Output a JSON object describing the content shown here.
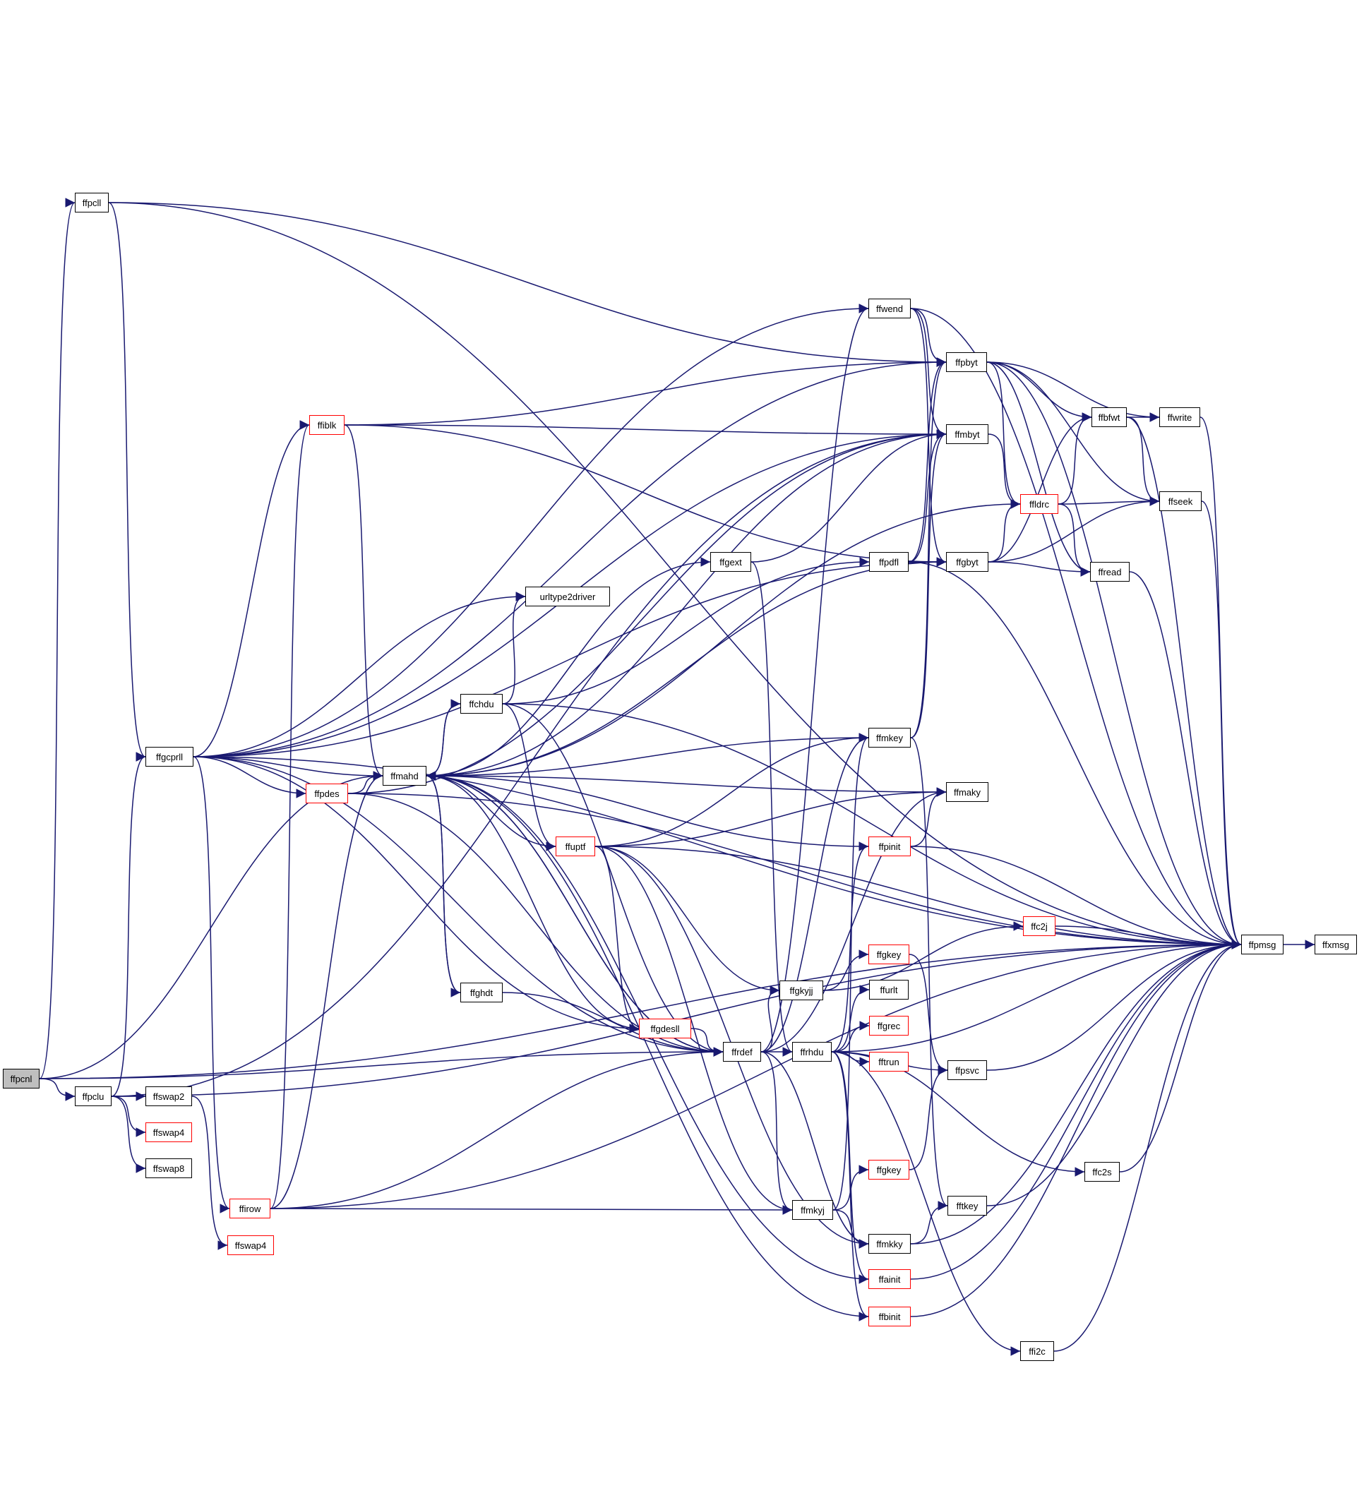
{
  "colors": {
    "edge": "#191970",
    "link_border": "#ff0000",
    "node_border": "#000000",
    "root_fill": "#bfbfbf"
  },
  "nodes": [
    {
      "id": "ffpcnl",
      "label": "ffpcnl",
      "root": true
    },
    {
      "id": "ffpcll",
      "label": "ffpcll"
    },
    {
      "id": "ffpclu",
      "label": "ffpclu"
    },
    {
      "id": "ffgcprll",
      "label": "ffgcprll"
    },
    {
      "id": "ffswap2",
      "label": "ffswap2"
    },
    {
      "id": "ffswap4a",
      "label": "ffswap4",
      "red": true
    },
    {
      "id": "ffswap8",
      "label": "ffswap8"
    },
    {
      "id": "ffiblk",
      "label": "ffiblk",
      "red": true
    },
    {
      "id": "ffpdes",
      "label": "ffpdes",
      "red": true
    },
    {
      "id": "ffirow",
      "label": "ffirow",
      "red": true
    },
    {
      "id": "ffswap4b",
      "label": "ffswap4",
      "red": true
    },
    {
      "id": "ffmahd",
      "label": "ffmahd"
    },
    {
      "id": "ffchdu",
      "label": "ffchdu"
    },
    {
      "id": "ffghdt",
      "label": "ffghdt"
    },
    {
      "id": "urltype2driver",
      "label": "urltype2driver"
    },
    {
      "id": "ffuptf",
      "label": "ffuptf",
      "red": true
    },
    {
      "id": "ffgdesll",
      "label": "ffgdesll",
      "red": true
    },
    {
      "id": "ffgext",
      "label": "ffgext"
    },
    {
      "id": "ffrdef",
      "label": "ffrdef"
    },
    {
      "id": "ffgkyjj",
      "label": "ffgkyjj"
    },
    {
      "id": "ffrhdu",
      "label": "ffrhdu"
    },
    {
      "id": "ffmkyj",
      "label": "ffmkyj"
    },
    {
      "id": "ffwend",
      "label": "ffwend"
    },
    {
      "id": "ffpdfl",
      "label": "ffpdfl"
    },
    {
      "id": "ffmkey",
      "label": "ffmkey"
    },
    {
      "id": "ffpinit",
      "label": "ffpinit",
      "red": true
    },
    {
      "id": "ffgkey1",
      "label": "ffgkey",
      "red": true
    },
    {
      "id": "ffurlt",
      "label": "ffurlt"
    },
    {
      "id": "ffgrec",
      "label": "ffgrec",
      "red": true
    },
    {
      "id": "fftrun",
      "label": "fftrun",
      "red": true
    },
    {
      "id": "ffgkey2",
      "label": "ffgkey",
      "red": true
    },
    {
      "id": "ffmkky",
      "label": "ffmkky"
    },
    {
      "id": "ffainit",
      "label": "ffainit",
      "red": true
    },
    {
      "id": "ffbinit",
      "label": "ffbinit",
      "red": true
    },
    {
      "id": "ffpbyt",
      "label": "ffpbyt"
    },
    {
      "id": "ffmbyt",
      "label": "ffmbyt"
    },
    {
      "id": "ffgbyt",
      "label": "ffgbyt"
    },
    {
      "id": "ffmaky",
      "label": "ffmaky"
    },
    {
      "id": "ffpsvc",
      "label": "ffpsvc"
    },
    {
      "id": "fftkey",
      "label": "fftkey"
    },
    {
      "id": "ffldrc",
      "label": "ffldrc",
      "red": true
    },
    {
      "id": "ffc2j",
      "label": "ffc2j",
      "red": true
    },
    {
      "id": "ffc2s",
      "label": "ffc2s"
    },
    {
      "id": "ffi2c",
      "label": "ffi2c"
    },
    {
      "id": "ffbfwt",
      "label": "ffbfwt"
    },
    {
      "id": "ffread",
      "label": "ffread"
    },
    {
      "id": "ffwrite",
      "label": "ffwrite"
    },
    {
      "id": "ffseek",
      "label": "ffseek"
    },
    {
      "id": "ffpmsg",
      "label": "ffpmsg"
    },
    {
      "id": "ffxmsg",
      "label": "ffxmsg"
    }
  ],
  "edges": [
    [
      "ffpcnl",
      "ffpcll"
    ],
    [
      "ffpcnl",
      "ffpclu"
    ],
    [
      "ffpcnl",
      "ffmahd"
    ],
    [
      "ffpcnl",
      "ffrdef"
    ],
    [
      "ffpcnl",
      "ffpmsg"
    ],
    [
      "ffpcll",
      "ffgcprll"
    ],
    [
      "ffpcll",
      "ffpbyt"
    ],
    [
      "ffpcll",
      "ffpmsg"
    ],
    [
      "ffpclu",
      "ffgcprll"
    ],
    [
      "ffpclu",
      "ffswap2"
    ],
    [
      "ffpclu",
      "ffswap4a"
    ],
    [
      "ffpclu",
      "ffswap8"
    ],
    [
      "ffpclu",
      "ffmbyt"
    ],
    [
      "ffpclu",
      "ffpmsg"
    ],
    [
      "ffgcprll",
      "ffmahd"
    ],
    [
      "ffgcprll",
      "ffpdes"
    ],
    [
      "ffgcprll",
      "ffiblk"
    ],
    [
      "ffgcprll",
      "ffirow"
    ],
    [
      "ffgcprll",
      "ffgdesll"
    ],
    [
      "ffgcprll",
      "ffrdef"
    ],
    [
      "ffgcprll",
      "urltype2driver"
    ],
    [
      "ffgcprll",
      "ffwend"
    ],
    [
      "ffgcprll",
      "ffpbyt"
    ],
    [
      "ffgcprll",
      "ffmbyt"
    ],
    [
      "ffgcprll",
      "ffgbyt"
    ],
    [
      "ffgcprll",
      "ffpmsg"
    ],
    [
      "ffswap2",
      "ffswap4b"
    ],
    [
      "ffiblk",
      "ffmahd"
    ],
    [
      "ffiblk",
      "ffpbyt"
    ],
    [
      "ffiblk",
      "ffmbyt"
    ],
    [
      "ffiblk",
      "ffgbyt"
    ],
    [
      "ffpdes",
      "ffmahd"
    ],
    [
      "ffpdes",
      "ffmbyt"
    ],
    [
      "ffpdes",
      "ffrdef"
    ],
    [
      "ffpdes",
      "ffpmsg"
    ],
    [
      "ffirow",
      "ffiblk"
    ],
    [
      "ffirow",
      "ffmahd"
    ],
    [
      "ffirow",
      "ffrdef"
    ],
    [
      "ffirow",
      "ffmkyj"
    ],
    [
      "ffirow",
      "ffpmsg"
    ],
    [
      "ffmahd",
      "ffchdu"
    ],
    [
      "ffmahd",
      "ffghdt"
    ],
    [
      "ffmahd",
      "ffgext"
    ],
    [
      "ffmahd",
      "ffrdef"
    ],
    [
      "ffmahd",
      "ffmbyt"
    ],
    [
      "ffmahd",
      "ffgbyt"
    ],
    [
      "ffchdu",
      "ffmahd"
    ],
    [
      "ffchdu",
      "urltype2driver"
    ],
    [
      "ffchdu",
      "ffuptf"
    ],
    [
      "ffchdu",
      "ffrdef"
    ],
    [
      "ffchdu",
      "ffpdfl"
    ],
    [
      "ffchdu",
      "ffpmsg"
    ],
    [
      "ffghdt",
      "ffmahd"
    ],
    [
      "ffghdt",
      "ffrdef"
    ],
    [
      "ffuptf",
      "ffmahd"
    ],
    [
      "ffuptf",
      "ffgdesll"
    ],
    [
      "ffuptf",
      "ffgkyjj"
    ],
    [
      "ffuptf",
      "ffmkyj"
    ],
    [
      "ffuptf",
      "ffmkey"
    ],
    [
      "ffuptf",
      "ffmaky"
    ],
    [
      "ffuptf",
      "ffmkky"
    ],
    [
      "ffuptf",
      "ffpmsg"
    ],
    [
      "ffgdesll",
      "ffmahd"
    ],
    [
      "ffgdesll",
      "ffrdef"
    ],
    [
      "ffgext",
      "ffmbyt"
    ],
    [
      "ffgext",
      "ffrhdu"
    ],
    [
      "ffrdef",
      "ffmahd"
    ],
    [
      "ffrdef",
      "ffrhdu"
    ],
    [
      "ffrdef",
      "ffgkyjj"
    ],
    [
      "ffrdef",
      "ffmkyj"
    ],
    [
      "ffrdef",
      "ffwend"
    ],
    [
      "ffrdef",
      "ffmkey"
    ],
    [
      "ffrdef",
      "ffmaky"
    ],
    [
      "ffrdef",
      "ffmkky"
    ],
    [
      "ffgkyjj",
      "ffgkey1"
    ],
    [
      "ffgkyjj",
      "ffc2j"
    ],
    [
      "ffrhdu",
      "ffurlt"
    ],
    [
      "ffrhdu",
      "ffgrec"
    ],
    [
      "ffrhdu",
      "fftrun"
    ],
    [
      "ffrhdu",
      "ffpinit"
    ],
    [
      "ffrhdu",
      "ffainit"
    ],
    [
      "ffrhdu",
      "ffbinit"
    ],
    [
      "ffrhdu",
      "ffpsvc"
    ],
    [
      "ffrhdu",
      "ffc2s"
    ],
    [
      "ffrhdu",
      "ffi2c"
    ],
    [
      "ffrhdu",
      "ffpmsg"
    ],
    [
      "ffmkyj",
      "ffgkey2"
    ],
    [
      "ffmkyj",
      "ffmkky"
    ],
    [
      "ffmkyj",
      "ffmkey"
    ],
    [
      "ffwend",
      "ffpbyt"
    ],
    [
      "ffwend",
      "ffmbyt"
    ],
    [
      "ffwend",
      "ffgbyt"
    ],
    [
      "ffwend",
      "ffpmsg"
    ],
    [
      "ffpdfl",
      "ffpbyt"
    ],
    [
      "ffpdfl",
      "ffmbyt"
    ],
    [
      "ffpdfl",
      "ffgbyt"
    ],
    [
      "ffpdfl",
      "ffpmsg"
    ],
    [
      "ffmkey",
      "ffmahd"
    ],
    [
      "ffmkey",
      "ffpbyt"
    ],
    [
      "ffmkey",
      "ffmbyt"
    ],
    [
      "ffmkey",
      "fftkey"
    ],
    [
      "ffpinit",
      "ffmahd"
    ],
    [
      "ffpinit",
      "ffmaky"
    ],
    [
      "ffpinit",
      "ffpmsg"
    ],
    [
      "ffgkey1",
      "ffpsvc"
    ],
    [
      "ffgkey2",
      "ffpsvc"
    ],
    [
      "ffmkky",
      "fftkey"
    ],
    [
      "ffmkky",
      "ffpmsg"
    ],
    [
      "ffainit",
      "ffmahd"
    ],
    [
      "ffainit",
      "ffpmsg"
    ],
    [
      "ffbinit",
      "ffmahd"
    ],
    [
      "ffbinit",
      "ffpmsg"
    ],
    [
      "ffpbyt",
      "ffbfwt"
    ],
    [
      "ffpbyt",
      "ffwrite"
    ],
    [
      "ffpbyt",
      "ffseek"
    ],
    [
      "ffpbyt",
      "ffldrc"
    ],
    [
      "ffpbyt",
      "ffread"
    ],
    [
      "ffpbyt",
      "ffpmsg"
    ],
    [
      "ffmbyt",
      "ffldrc"
    ],
    [
      "ffgbyt",
      "ffldrc"
    ],
    [
      "ffgbyt",
      "ffread"
    ],
    [
      "ffgbyt",
      "ffseek"
    ],
    [
      "ffgbyt",
      "ffbfwt"
    ],
    [
      "ffmaky",
      "ffmahd"
    ],
    [
      "ffpsvc",
      "ffpmsg"
    ],
    [
      "fftkey",
      "ffpmsg"
    ],
    [
      "ffldrc",
      "ffbfwt"
    ],
    [
      "ffldrc",
      "ffseek"
    ],
    [
      "ffldrc",
      "ffread"
    ],
    [
      "ffldrc",
      "ffmahd"
    ],
    [
      "ffc2j",
      "ffpmsg"
    ],
    [
      "ffc2s",
      "ffpmsg"
    ],
    [
      "ffi2c",
      "ffpmsg"
    ],
    [
      "ffbfwt",
      "ffwrite"
    ],
    [
      "ffbfwt",
      "ffseek"
    ],
    [
      "ffbfwt",
      "ffpmsg"
    ],
    [
      "ffread",
      "ffpmsg"
    ],
    [
      "ffwrite",
      "ffpmsg"
    ],
    [
      "ffseek",
      "ffpmsg"
    ],
    [
      "ffpmsg",
      "ffxmsg"
    ]
  ]
}
